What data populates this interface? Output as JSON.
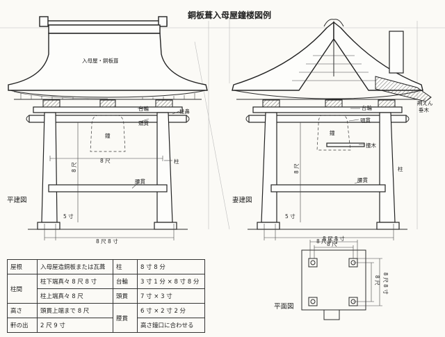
{
  "title": "銅板葺入母屋鐘楼図例",
  "elevation_left": {
    "label": "平建図",
    "roof_label": "入母屋・銅板葺",
    "bell": "鐘",
    "daiwa": "台輪",
    "hanakomi": "柱鼻",
    "kashiranuki": "頭貫",
    "hashira": "柱",
    "koshinuki": "腰貫",
    "dim_8shaku": "8 尺",
    "dim_8shaku_vert": "8 尺",
    "dim_5sun": "5 寸",
    "dim_total": "8 尺 8 寸"
  },
  "elevation_right": {
    "label": "妻建図",
    "hien": "飛えん",
    "taruki": "垂木",
    "daiwa": "台輪",
    "bell": "鐘",
    "kashiranuki": "頭貫",
    "shumoku": "撞木",
    "hashira": "柱",
    "koshinuki": "腰貫",
    "dim_8shaku_vert": "8 尺",
    "dim_5sun": "5 寸",
    "dim_total": "8 尺 8 寸"
  },
  "plan": {
    "label": "平面図",
    "dim_top_outer": "8 尺 8 寸",
    "dim_top_inner": "8 尺",
    "dim_right_inner": "8 尺",
    "dim_right_outer": "8 尺 8 寸"
  },
  "spec_table": {
    "roof_label": "屋根",
    "roof_value": "入母屋造銅板または瓦葺",
    "span_label": "柱間",
    "span_lower": "柱下端真々 8 尺 8 寸",
    "span_upper": "柱上端真々 8 尺",
    "height_label": "高さ",
    "height_value": "頭貫上端まで 8 尺",
    "eave_label": "軒の出",
    "eave_value": "2 尺 9 寸",
    "pillar_label": "柱",
    "pillar_value": "8 寸 8 分",
    "daiwa_label": "台輪",
    "daiwa_value": "3 寸 1 分 × 8 寸 8 分",
    "kashira_label": "頭貫",
    "kashira_value": "7 寸 × 3 寸",
    "koshi_label": "腰貫",
    "koshi_value": "6 寸 × 2 寸 2 分",
    "koshi_value2": "高さ鐘口に合わせる"
  }
}
